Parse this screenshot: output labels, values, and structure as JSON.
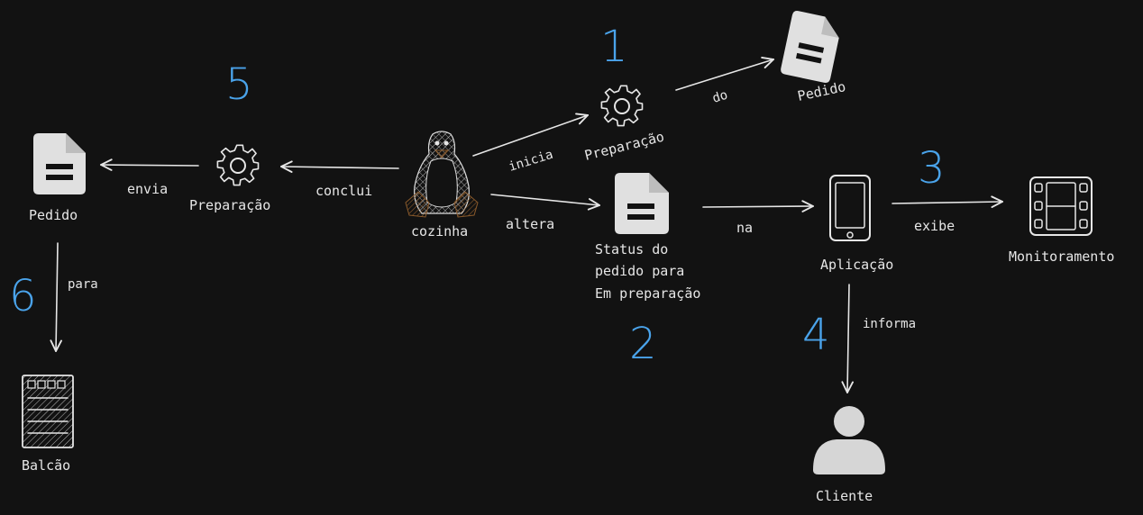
{
  "labels": {
    "pedido_top": "Pedido",
    "preparacao_top": "Preparação",
    "cozinha": "cozinha",
    "status_line1": "Status do",
    "status_line2": "pedido para",
    "status_line3": "Em preparação",
    "aplicacao": "Aplicação",
    "monitoramento": "Monitoramento",
    "cliente": "Cliente",
    "preparacao_left": "Preparação",
    "pedido_left": "Pedido",
    "balcao": "Balcão"
  },
  "edges": {
    "inicia": "inicia",
    "do": "do",
    "altera": "altera",
    "na": "na",
    "exibe": "exibe",
    "informa": "informa",
    "conclui": "conclui",
    "envia": "envia",
    "para": "para"
  },
  "steps": {
    "s1": "1",
    "s2": "2",
    "s3": "3",
    "s4": "4",
    "s5": "5",
    "s6": "6"
  },
  "colors": {
    "background": "#121212",
    "stroke": "#e6e6e6",
    "doc_fill": "#e0e0e0",
    "step_number": "#4aa3ea",
    "penguin_accent": "#8a5a2b"
  },
  "icons": {
    "pedido_top": "document-icon",
    "preparacao_top": "gear-icon",
    "cozinha": "penguin-icon",
    "status": "document-icon",
    "aplicacao": "smartphone-icon",
    "monitoramento": "film-icon",
    "cliente": "user-icon",
    "preparacao_left": "gear-icon",
    "pedido_left": "document-icon",
    "balcao": "receipt-icon"
  }
}
